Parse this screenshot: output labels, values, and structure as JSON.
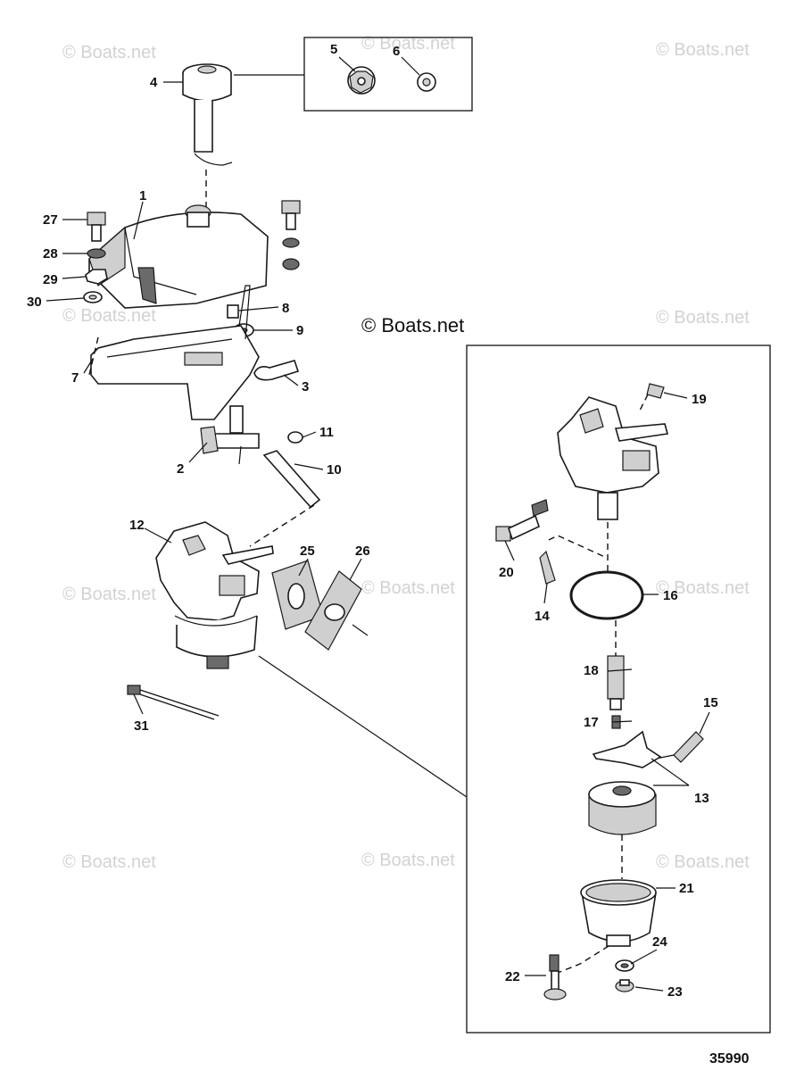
{
  "watermarks": [
    "© Boats.net",
    "© Boats.net",
    "© Boats.net",
    "© Boats.net",
    "© Boats.net",
    "© Boats.net",
    "© Boats.net",
    "© Boats.net",
    "© Boats.net",
    "© Boats.net",
    "© Boats.net"
  ],
  "center_watermark": "© Boats.net",
  "diagram_number": "35990",
  "callouts": {
    "c1": "1",
    "c2": "2",
    "c3": "3",
    "c4": "4",
    "c5": "5",
    "c6": "6",
    "c7": "7",
    "c8": "8",
    "c9": "9",
    "c10": "10",
    "c11": "11",
    "c12": "12",
    "c13": "13",
    "c14": "14",
    "c15": "15",
    "c16": "16",
    "c17": "17",
    "c18": "18",
    "c19": "19",
    "c20": "20",
    "c21": "21",
    "c22": "22",
    "c23": "23",
    "c24": "24",
    "c25": "25",
    "c26": "26",
    "c27": "27",
    "c28": "28",
    "c29": "29",
    "c30": "30",
    "c31": "31"
  }
}
